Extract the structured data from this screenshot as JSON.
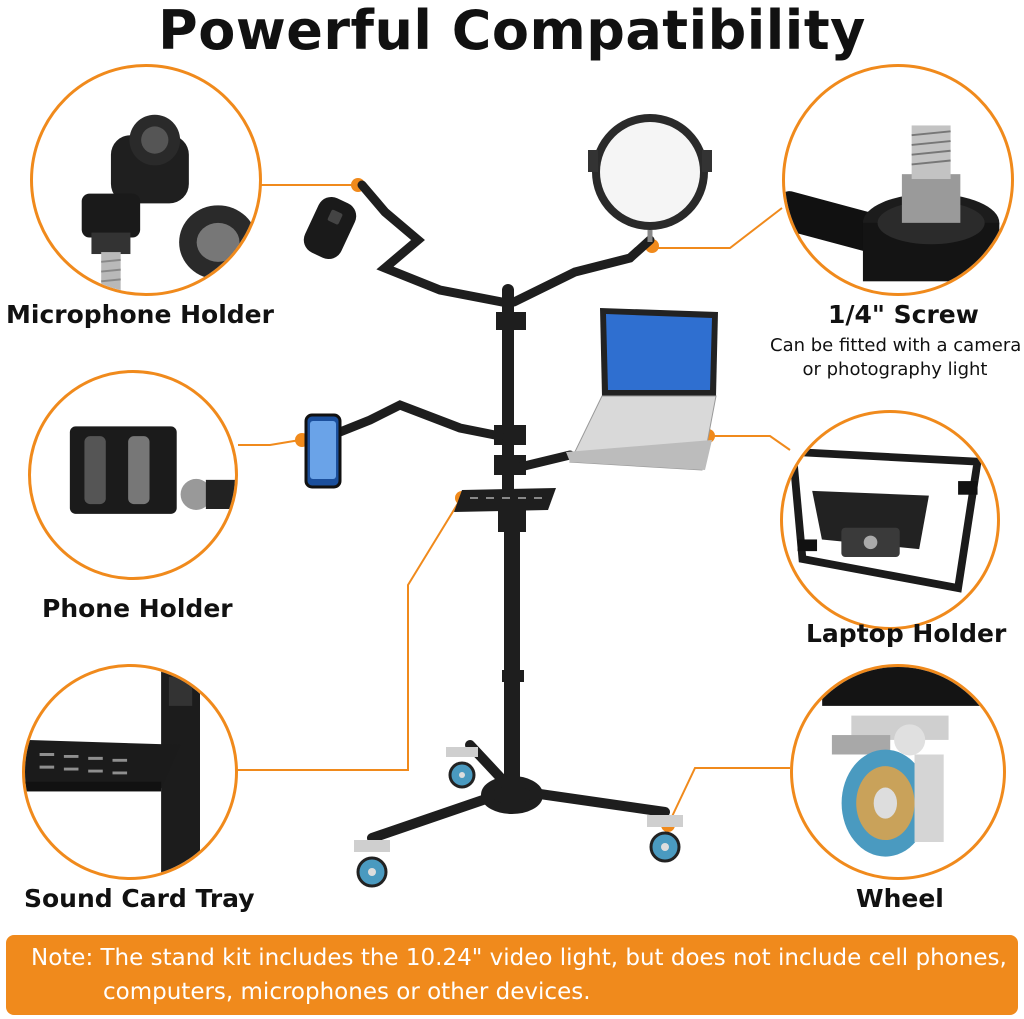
{
  "title": "Powerful Compatibility",
  "features": {
    "microphone": {
      "label": "Microphone Holder"
    },
    "screw": {
      "label": "1/4\" Screw",
      "sub_line1": "Can be fitted with a camera",
      "sub_line2": "or photography light"
    },
    "phone": {
      "label": "Phone Holder"
    },
    "laptop": {
      "label": "Laptop Holder"
    },
    "tray": {
      "label": "Sound Card Tray"
    },
    "wheel": {
      "label": "Wheel"
    }
  },
  "note": {
    "line1": "Note: The stand kit includes the 10.24\" video light, but does not include cell phones,",
    "line2": "computers, microphones or other devices."
  },
  "colors": {
    "accent": "#f08a1c",
    "metal": "#1e1e1e",
    "wheel_blue": "#4a9ac0"
  }
}
